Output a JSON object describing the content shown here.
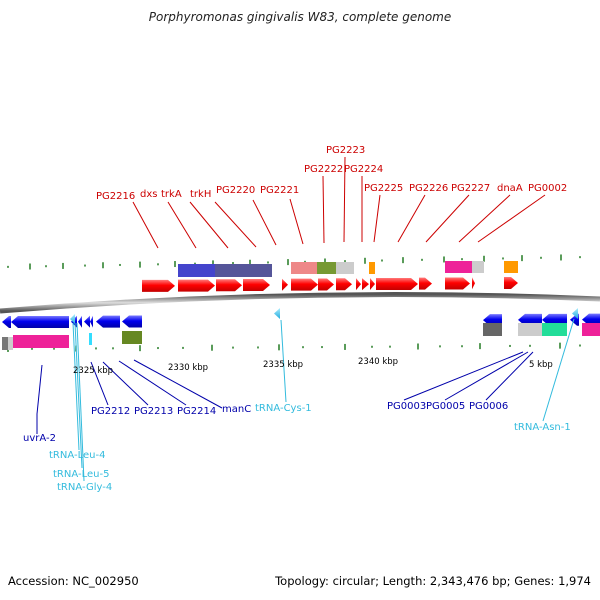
{
  "title": "Porphyromonas gingivalis W83, complete genome",
  "accession": "Accession: NC_002950",
  "topology": "Topology: circular; Length: 2,343,476 bp; Genes: 1,974",
  "colors": {
    "forward_label": "#cc0000",
    "reverse_label": "#0000aa",
    "rna_label": "#33bbdd",
    "forward_gene": "#ff0000",
    "reverse_gene": "#0000ee",
    "backbone": "#888888",
    "tick": "#006600"
  },
  "scale": {
    "labels": [
      "2325 kbp",
      "2330 kbp",
      "2335 kbp",
      "2340 kbp",
      "5 kbp"
    ]
  },
  "forward_labels": [
    "PG2216",
    "dxs",
    "trkA",
    "trkH",
    "PG2220",
    "PG2221",
    "PG2222",
    "PG2223",
    "PG2224",
    "PG2225",
    "PG2226",
    "PG2227",
    "dnaA",
    "PG0002"
  ],
  "reverse_labels": [
    "uvrA-2",
    "PG2212",
    "PG2213",
    "PG2214",
    "manC",
    "PG0003",
    "PG0005",
    "PG0006"
  ],
  "rna_labels": [
    "tRNA-Leu-4",
    "tRNA-Leu-5",
    "tRNA-Gly-4",
    "tRNA-Cys-1",
    "tRNA-Asn-1"
  ]
}
